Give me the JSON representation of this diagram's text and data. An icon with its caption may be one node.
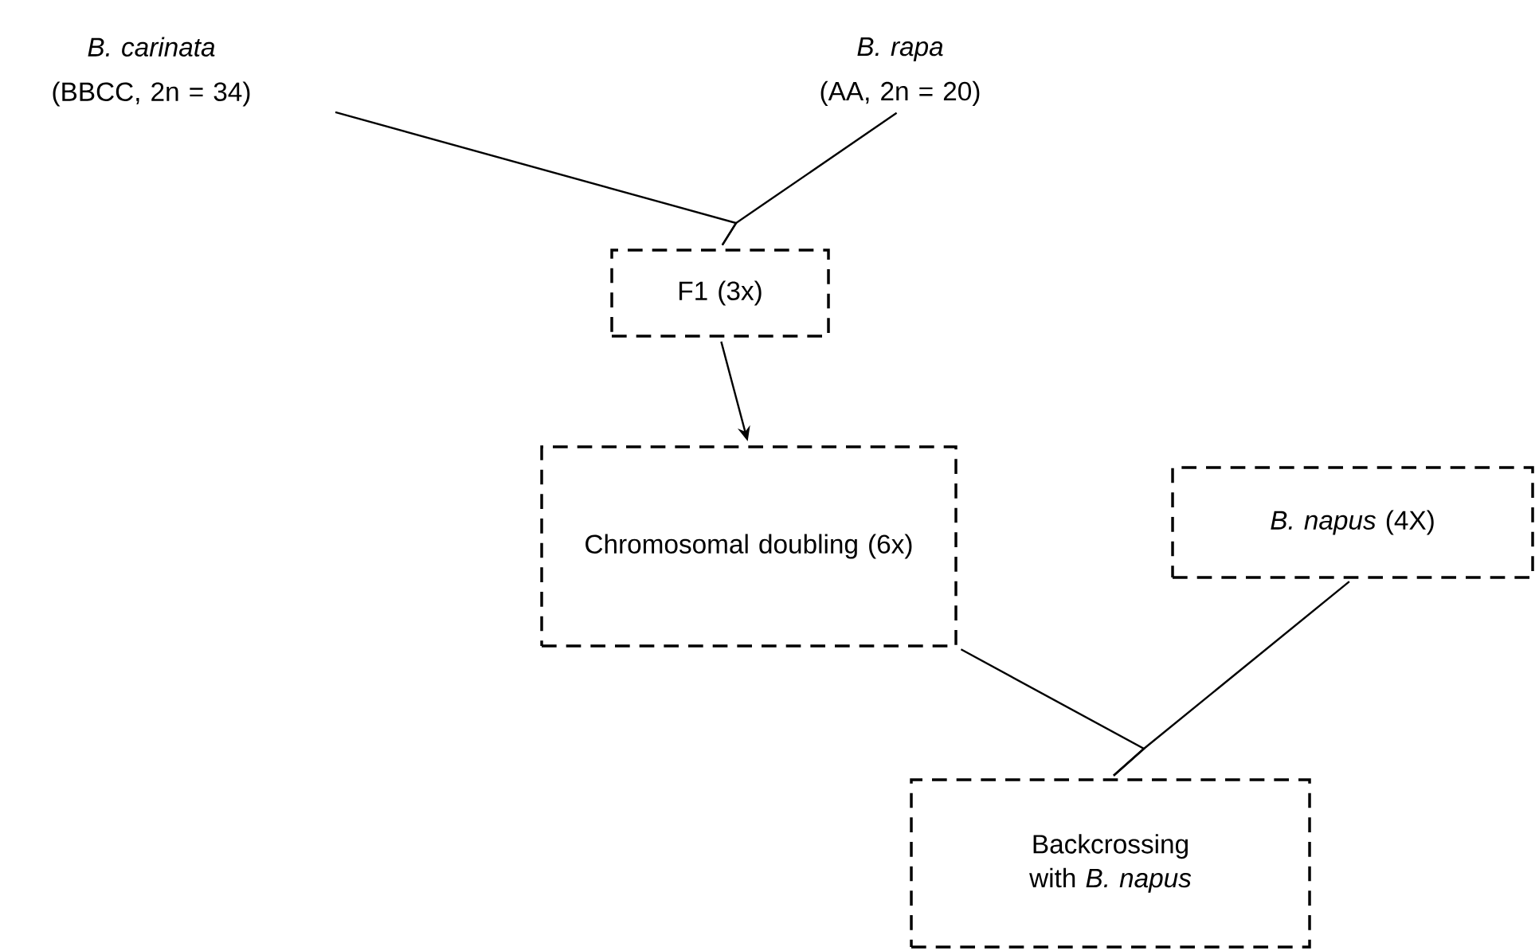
{
  "diagram": {
    "nodes": [
      {
        "text": [
          "B. carinata",
          "(BBCC, 2n = 34)"
        ]
      },
      {
        "text": [
          "B. rapa",
          "(AA, 2n = 20)"
        ]
      },
      {
        "text": [
          "F1 (3x)"
        ]
      },
      {
        "text": [
          "Chromosomal doubling (6x)"
        ]
      },
      {
        "text": [
          "*B. napus* (4X)"
        ]
      },
      {
        "text": [
          "Backcrossing with *B. napus*"
        ]
      }
    ],
    "edges": [
      {
        "from": 0,
        "to": 2,
        "arrow": "none"
      },
      {
        "from": 1,
        "to": 2,
        "arrow": "none"
      },
      {
        "from": 2,
        "to": 3,
        "arrow": "to"
      },
      {
        "from": 3,
        "to": 5,
        "arrow": "none"
      },
      {
        "from": 4,
        "to": 5,
        "arrow": "none"
      }
    ]
  }
}
